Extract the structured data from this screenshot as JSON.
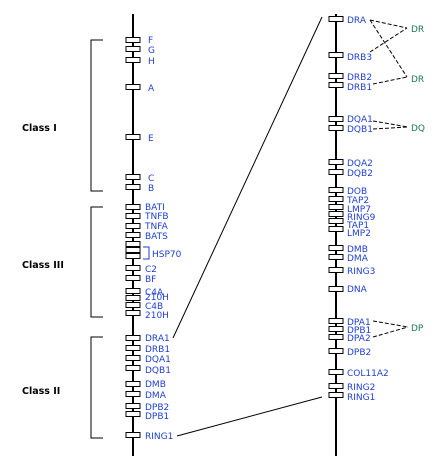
{
  "colors": {
    "gene_text": "#1f3fd4",
    "pair_text": "#1a7a4a",
    "line": "#000000",
    "box_fill": "#ffffff"
  },
  "class_labels": [
    "Class I",
    "Class III",
    "Class II"
  ],
  "left_genes": [
    "F",
    "G",
    "H",
    "A",
    "E",
    "C",
    "B",
    "BATI",
    "TNFB",
    "TNFA",
    "BATS",
    "HSP70",
    "C2",
    "BF",
    "C4A",
    "210H",
    "C4B",
    "210H",
    "DRA1",
    "DRB1",
    "DQA1",
    "DQB1",
    "DMB",
    "DMA",
    "DPB2",
    "DPB1",
    "RING1"
  ],
  "right_genes": [
    "DRA",
    "DRB3",
    "DRB2",
    "DRB1",
    "DQA1",
    "DQB1",
    "DQA2",
    "DQB2",
    "DOB",
    "TAP2",
    "LMP7",
    "RING9",
    "TAP1",
    "LMP2",
    "DMB",
    "DMA",
    "RING3",
    "DNA",
    "DPA1",
    "DPB1",
    "DPA2",
    "DPB2",
    "COL11A2",
    "RING2",
    "RING1"
  ],
  "pair_labels": [
    "DR",
    "DR",
    "DQ",
    "DP"
  ]
}
